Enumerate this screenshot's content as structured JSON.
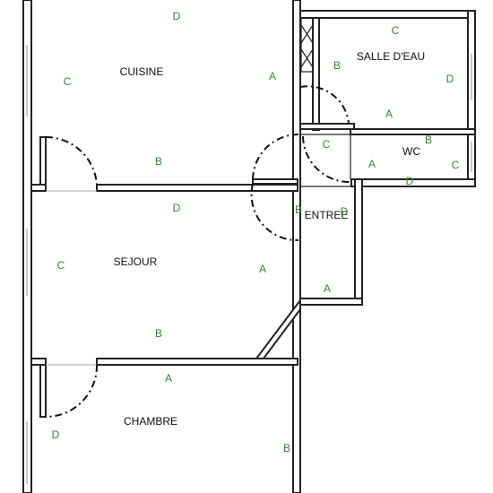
{
  "rooms": {
    "cuisine": "CUISINE",
    "salle_eau": "SALLE D'EAU",
    "wc": "WC",
    "entree": "ENTREE",
    "sejour": "SEJOUR",
    "chambre": "CHAMBRE"
  },
  "wall_labels": {
    "cuisine": {
      "a": "A",
      "b": "B",
      "c": "C",
      "d": "D"
    },
    "salle_eau": {
      "a": "A",
      "b": "B",
      "c": "C",
      "d": "D"
    },
    "wc": {
      "a": "A",
      "b": "B",
      "c": "C",
      "d": "D"
    },
    "entree": {
      "a": "A",
      "b": "B",
      "c": "C",
      "d": "D"
    },
    "sejour": {
      "a": "A",
      "b": "B",
      "c": "C",
      "d": "D"
    },
    "chambre": {
      "a": "A",
      "b": "B",
      "d": "D"
    }
  },
  "colors": {
    "wall_stroke": "#222222",
    "wall_letter": "#2e8b2e",
    "window": "#8a8fb0",
    "room_label": "#111111"
  }
}
